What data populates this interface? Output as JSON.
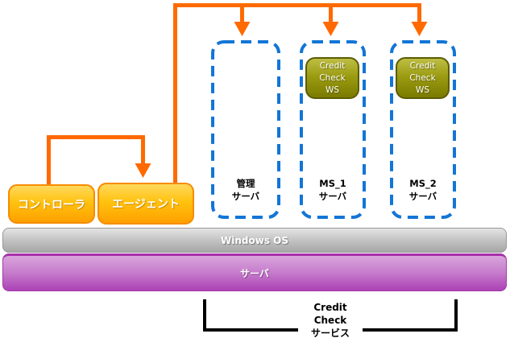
{
  "nodes": {
    "controller": {
      "label": "コントローラ"
    },
    "agent": {
      "label": "エージェント"
    }
  },
  "servers": [
    {
      "name_line1": "管理",
      "name_line2": "サーバ",
      "has_ws_box": false
    },
    {
      "name_line1": "MS_1",
      "name_line2": "サーバ",
      "has_ws_box": true
    },
    {
      "name_line1": "MS_2",
      "name_line2": "サーバ",
      "has_ws_box": true
    }
  ],
  "ws_box": {
    "lines": [
      "Credit",
      "Check",
      "WS"
    ]
  },
  "layers": {
    "os": "Windows OS",
    "server": "サーバ"
  },
  "bracket": {
    "lines": [
      "Credit",
      "Check",
      "サービス"
    ]
  },
  "colors": {
    "arrow_orange": "#FF6A00",
    "node_orange_top": "#FFD95E",
    "node_orange_bottom": "#FFA000",
    "node_orange_border": "#F78C00",
    "zone_dashed_blue": "#1375D6",
    "ws_olive_top": "#BEBE45",
    "ws_olive_bottom": "#7A7A00",
    "os_gray_top": "#E4E4E4",
    "os_gray_bottom": "#A6A6A6",
    "server_purple_top": "#D8A4DB",
    "server_purple_bottom": "#AC42B6",
    "bracket_black": "#000000"
  }
}
